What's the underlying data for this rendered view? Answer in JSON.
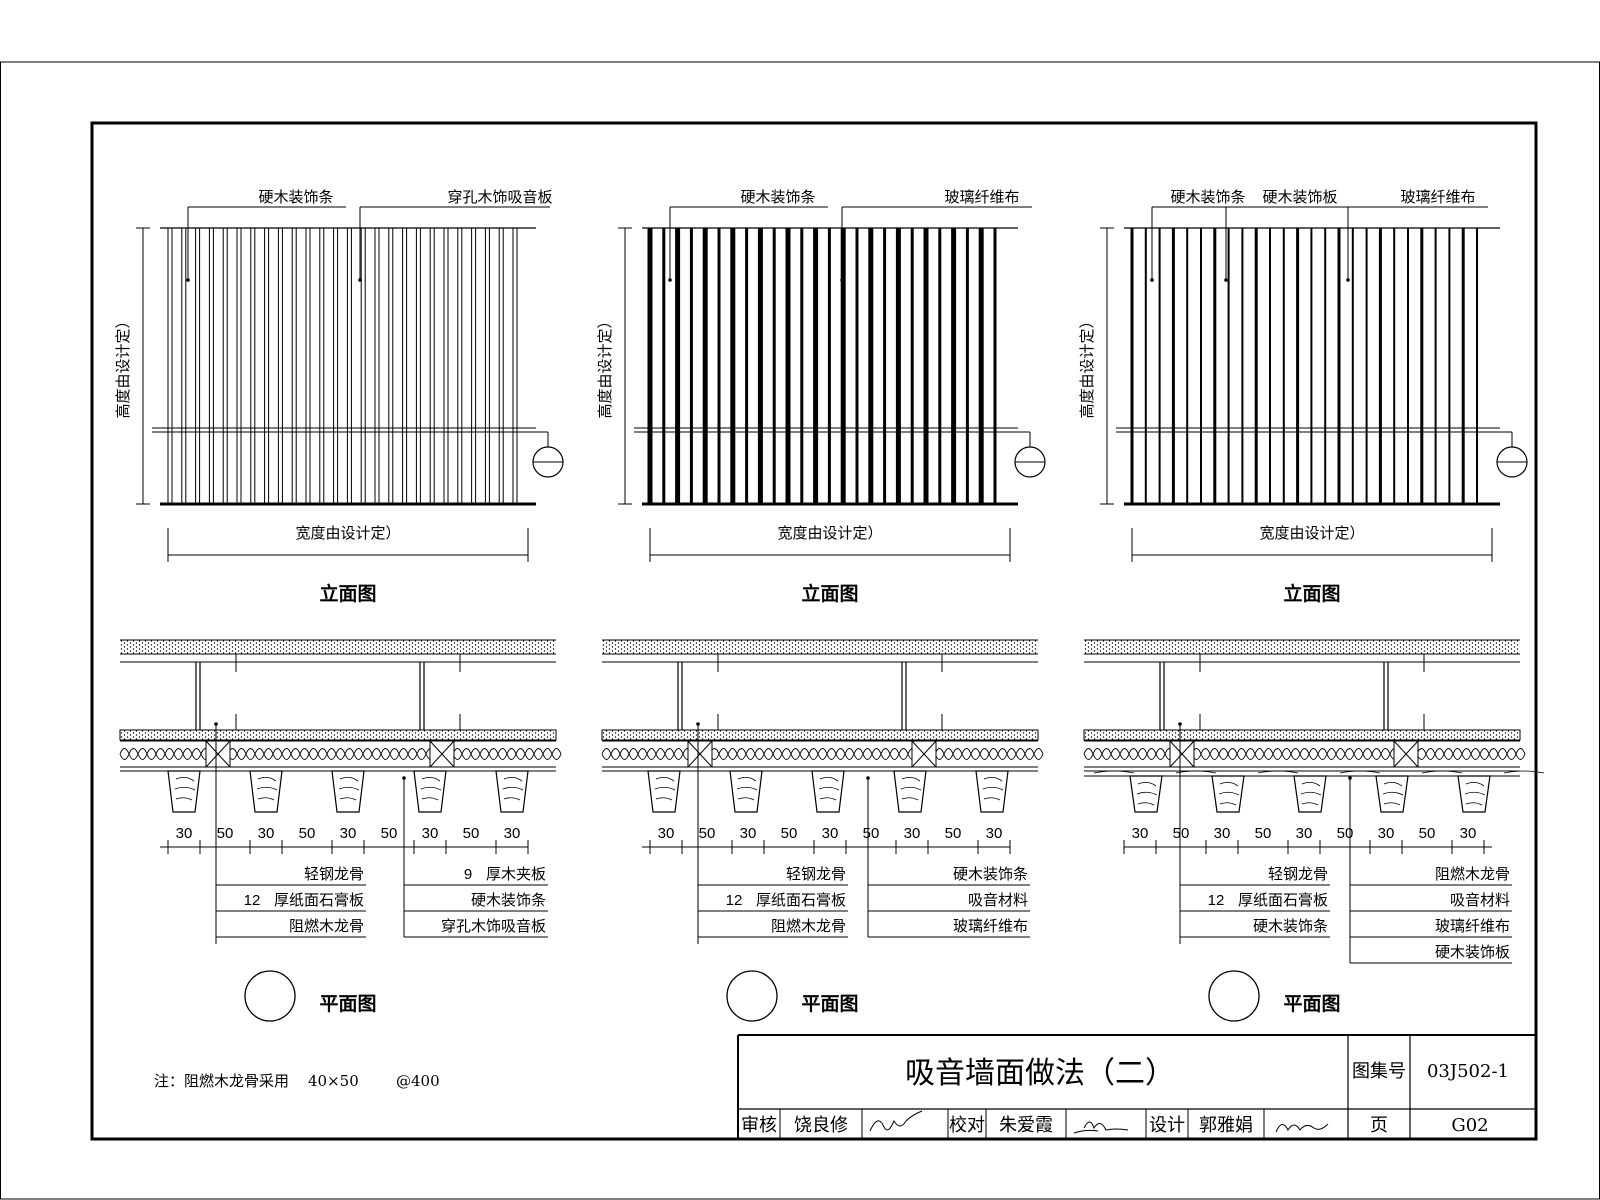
{
  "title_block": {
    "title": "吸音墙面做法（二）",
    "atlas_label": "图集号",
    "atlas_no": "03J502-1",
    "review_label": "审核",
    "reviewer": "饶良修",
    "check_label": "校对",
    "checker": "朱爱霞",
    "design_label": "设计",
    "designer": "郭雅娟",
    "page_label": "页",
    "page_no": "G02"
  },
  "note": {
    "prefix": "注：阻燃木龙骨采用",
    "spec": "40×50",
    "spacing": "@400"
  },
  "panels": [
    {
      "elev_labels": [
        "硬木装饰条",
        "穿孔木饰吸音板"
      ],
      "height_label": "高度由设计定）",
      "width_label": "宽度由设计定）",
      "elev_title": "立面图",
      "plan_title": "平面图",
      "dims": [
        "30",
        "50",
        "30",
        "50",
        "30",
        "50",
        "30",
        "50",
        "30"
      ],
      "left_callouts": [
        "轻钢龙骨",
        "厚纸面石膏板",
        "阻燃木龙骨"
      ],
      "left_prefix": "12",
      "right_callouts": [
        "厚木夹板",
        "硬木装饰条",
        "穿孔木饰吸音板"
      ],
      "right_prefix": "9"
    },
    {
      "elev_labels": [
        "硬木装饰条",
        "玻璃纤维布"
      ],
      "height_label": "高度由设计定）",
      "width_label": "宽度由设计定）",
      "elev_title": "立面图",
      "plan_title": "平面图",
      "dims": [
        "30",
        "50",
        "30",
        "50",
        "30",
        "50",
        "30",
        "50",
        "30"
      ],
      "left_callouts": [
        "轻钢龙骨",
        "厚纸面石膏板",
        "阻燃木龙骨"
      ],
      "left_prefix": "12",
      "right_callouts": [
        "硬木装饰条",
        "吸音材料",
        "玻璃纤维布"
      ],
      "right_prefix": ""
    },
    {
      "elev_labels": [
        "硬木装饰条",
        "硬木装饰板",
        "玻璃纤维布"
      ],
      "height_label": "高度由设计定）",
      "width_label": "宽度由设计定）",
      "elev_title": "立面图",
      "plan_title": "平面图",
      "dims": [
        "30",
        "50",
        "30",
        "50",
        "30",
        "50",
        "30",
        "50",
        "30"
      ],
      "left_callouts": [
        "轻钢龙骨",
        "厚纸面石膏板",
        "硬木装饰条"
      ],
      "left_prefix": "12",
      "right_callouts": [
        "阻燃木龙骨",
        "吸音材料",
        "玻璃纤维布",
        "硬木装饰板"
      ],
      "right_prefix": ""
    }
  ]
}
